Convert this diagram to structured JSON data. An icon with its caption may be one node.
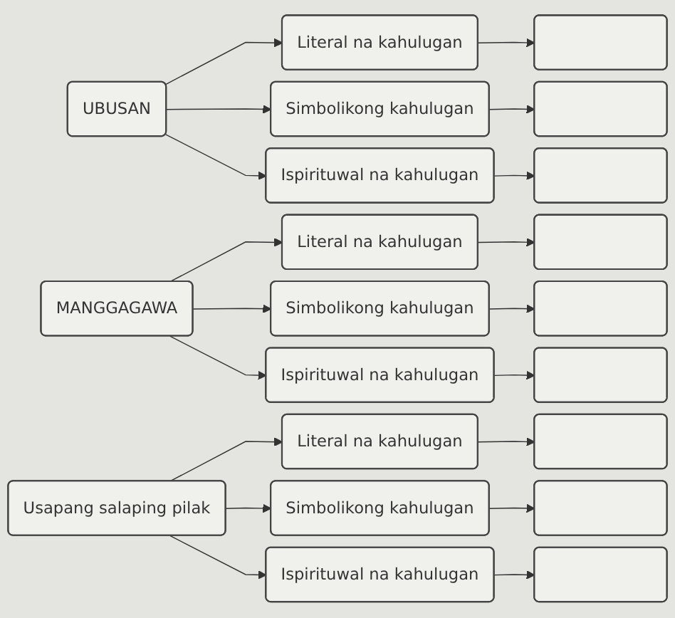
{
  "diagram": {
    "nodes": [
      {
        "text": [
          "UBUSAN"
        ]
      },
      {
        "text": [
          "Literal na kahulugan"
        ]
      },
      {
        "text": [],
        "shape": "box"
      },
      {
        "text": [
          "Simbolikong kahulugan"
        ]
      },
      {
        "text": [],
        "shape": "box"
      },
      {
        "text": [
          "Ispirituwal na kahulugan"
        ]
      },
      {
        "text": [],
        "shape": "box"
      },
      {
        "text": [
          "MANGGAGAWA"
        ]
      },
      {
        "text": [
          "Literal na kahulugan"
        ]
      },
      {
        "text": [],
        "shape": "box"
      },
      {
        "text": [
          "Simbolikong kahulugan"
        ]
      },
      {
        "text": [],
        "shape": "box"
      },
      {
        "text": [
          "Ispirituwal na kahulugan"
        ]
      },
      {
        "text": [],
        "shape": "box"
      },
      {
        "text": [
          "Usapang salaping pilak"
        ]
      },
      {
        "text": [
          "Literal na kahulugan"
        ]
      },
      {
        "text": [],
        "shape": "box"
      },
      {
        "text": [
          "Simbolikong kahulugan"
        ]
      },
      {
        "text": [],
        "shape": "box"
      },
      {
        "text": [
          "Ispirituwal na kahulugan"
        ]
      },
      {
        "text": [],
        "shape": "box"
      }
    ],
    "edges": [
      {
        "from": 0,
        "to": 1,
        "arrow": "to"
      },
      {
        "from": 0,
        "to": 3,
        "arrow": "to"
      },
      {
        "from": 0,
        "to": 5,
        "arrow": "to"
      },
      {
        "from": 1,
        "to": 2,
        "arrow": "to"
      },
      {
        "from": 3,
        "to": 4,
        "arrow": "to"
      },
      {
        "from": 5,
        "to": 6,
        "arrow": "to"
      },
      {
        "from": 7,
        "to": 8,
        "arrow": "to"
      },
      {
        "from": 7,
        "to": 10,
        "arrow": "to"
      },
      {
        "from": 7,
        "to": 12,
        "arrow": "to"
      },
      {
        "from": 8,
        "to": 9,
        "arrow": "to"
      },
      {
        "from": 10,
        "to": 11,
        "arrow": "to"
      },
      {
        "from": 12,
        "to": 13,
        "arrow": "to"
      },
      {
        "from": 14,
        "to": 15,
        "arrow": "to"
      },
      {
        "from": 14,
        "to": 17,
        "arrow": "to"
      },
      {
        "from": 14,
        "to": 19,
        "arrow": "to"
      },
      {
        "from": 15,
        "to": 16,
        "arrow": "to"
      },
      {
        "from": 17,
        "to": 18,
        "arrow": "to"
      },
      {
        "from": 19,
        "to": 20,
        "arrow": "to"
      }
    ]
  }
}
